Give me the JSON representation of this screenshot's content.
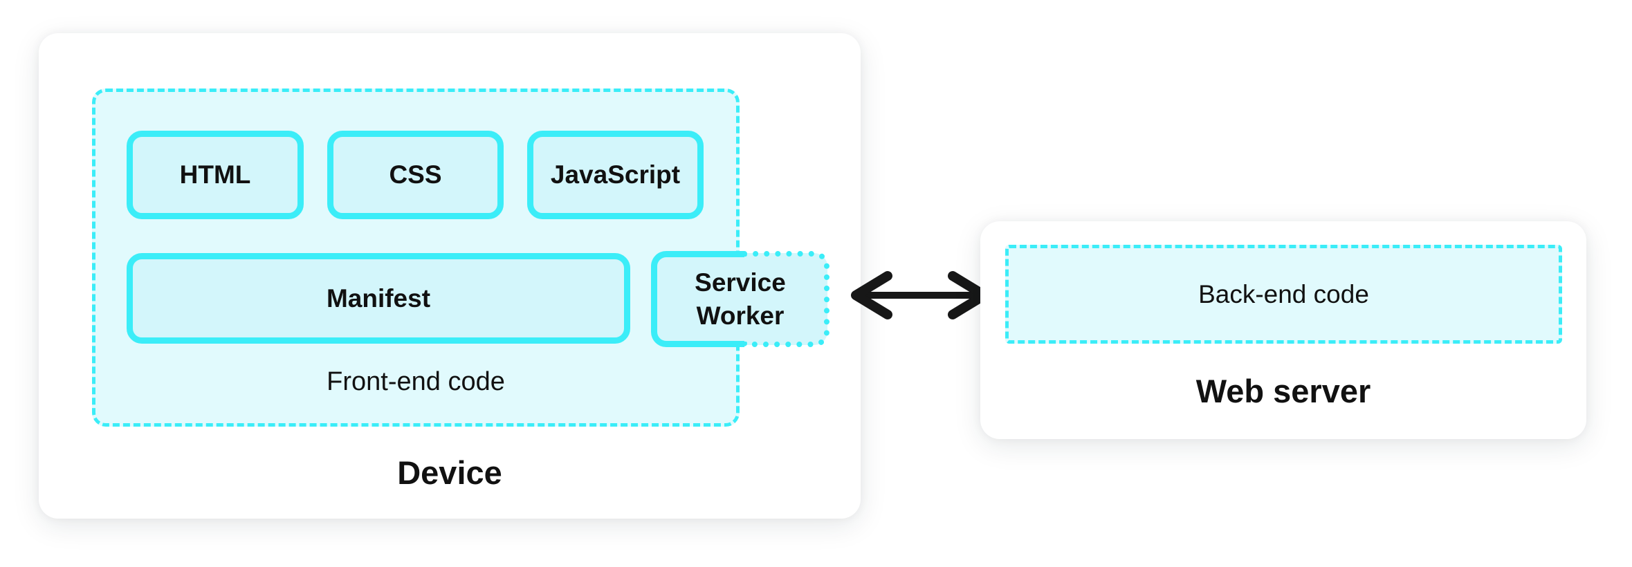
{
  "device_card": {
    "title": "Device",
    "frontend_group": {
      "label": "Front-end code",
      "boxes": {
        "html": "HTML",
        "css": "CSS",
        "javascript": "JavaScript",
        "manifest": "Manifest",
        "service_worker": "Service Worker"
      }
    }
  },
  "connector": {
    "icon": "double-headed-arrow",
    "color": "#171717"
  },
  "server_card": {
    "title": "Web server",
    "backend_box": {
      "label": "Back-end code"
    }
  },
  "colors": {
    "accent_cyan_border": "#3bedf8",
    "box_fill": "#d3f6fb",
    "group_fill": "#e1fafd",
    "card_fill": "#ffffff",
    "page_background": "#ffffff",
    "text": "#111111"
  }
}
